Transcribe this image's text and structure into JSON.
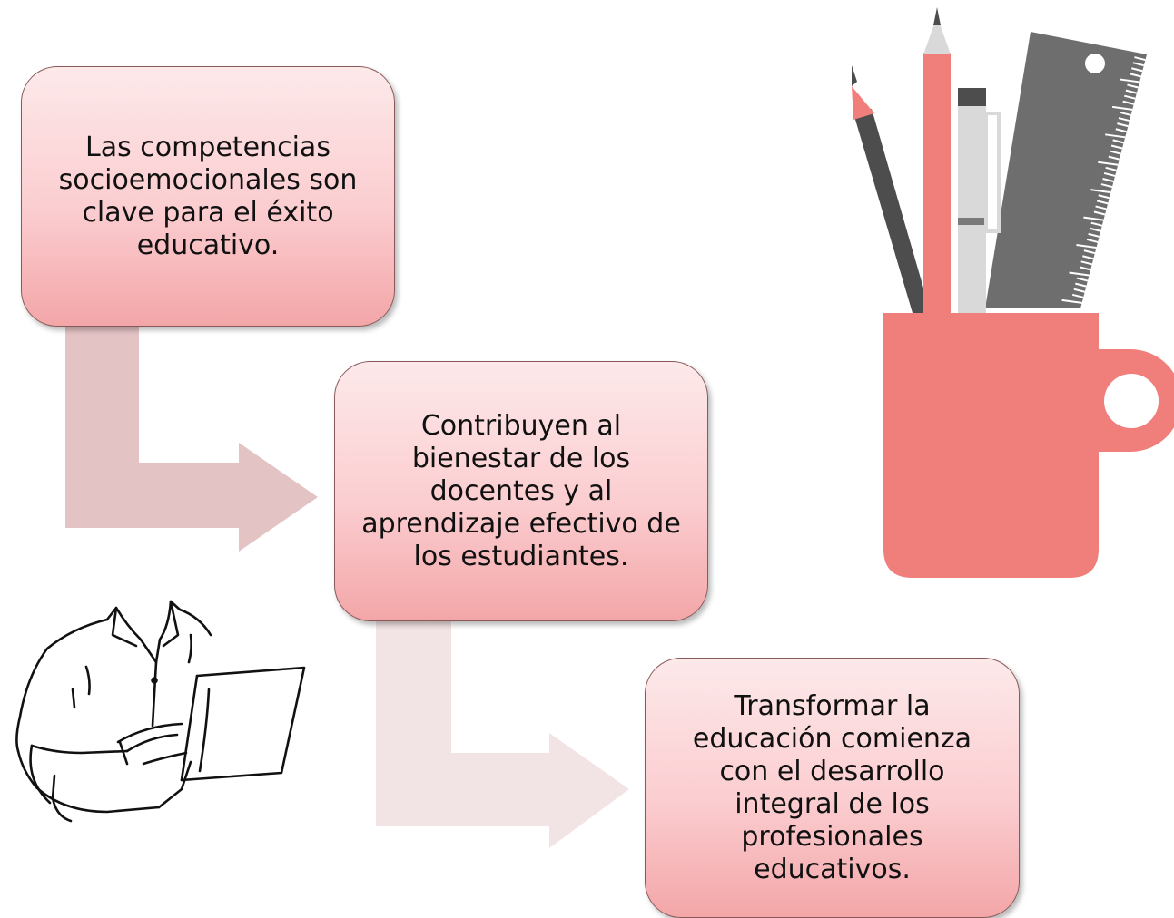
{
  "diagram": {
    "steps": [
      {
        "text": "Las competencias socioemocionales son clave para el éxito educativo."
      },
      {
        "text": "Contribuyen al bienestar de los docentes y al aprendizaje efectivo de los estudiantes."
      },
      {
        "text": "Transformar la educación comienza con el desarrollo integral de los profesionales educativos."
      }
    ]
  },
  "colors": {
    "box_gradient_top": "#fde9ea",
    "box_gradient_bottom": "#f3a6a8",
    "arrow_1": "#e3c3c4",
    "arrow_2": "#f2e4e4",
    "accent_pink": "#f07f7c",
    "dark_gray": "#4d4d4d",
    "mid_gray": "#6e6e6e"
  },
  "icons": [
    "person-with-laptop-illustration",
    "pencil-cup-icon"
  ]
}
